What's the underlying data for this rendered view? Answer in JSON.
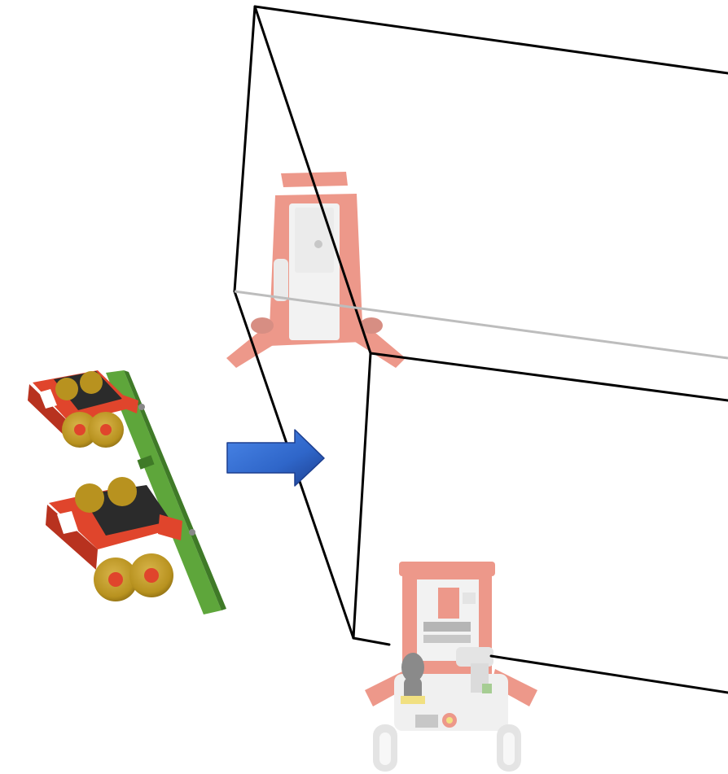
{
  "diagram": {
    "background": "#ffffff",
    "colors": {
      "machine_red": "#e0452c",
      "machine_red_dark": "#b8321f",
      "rail_green": "#5ea63b",
      "rail_green_dark": "#3f7a27",
      "roller_tan": "#b8921f",
      "roller_tan_dark": "#8a6b12",
      "pad_black": "#2b2b2b",
      "arrow_blue": "#2f66c9",
      "arrow_blue_dark": "#1d3f8f",
      "outline": "#000000",
      "ghost_gray": "#bdbdbd"
    },
    "icons": {
      "left_object": "skate-roller-set",
      "arrow": "right-arrow",
      "top_object": "hydraulic-jack",
      "bottom_object": "hydraulic-pump-cart"
    }
  }
}
